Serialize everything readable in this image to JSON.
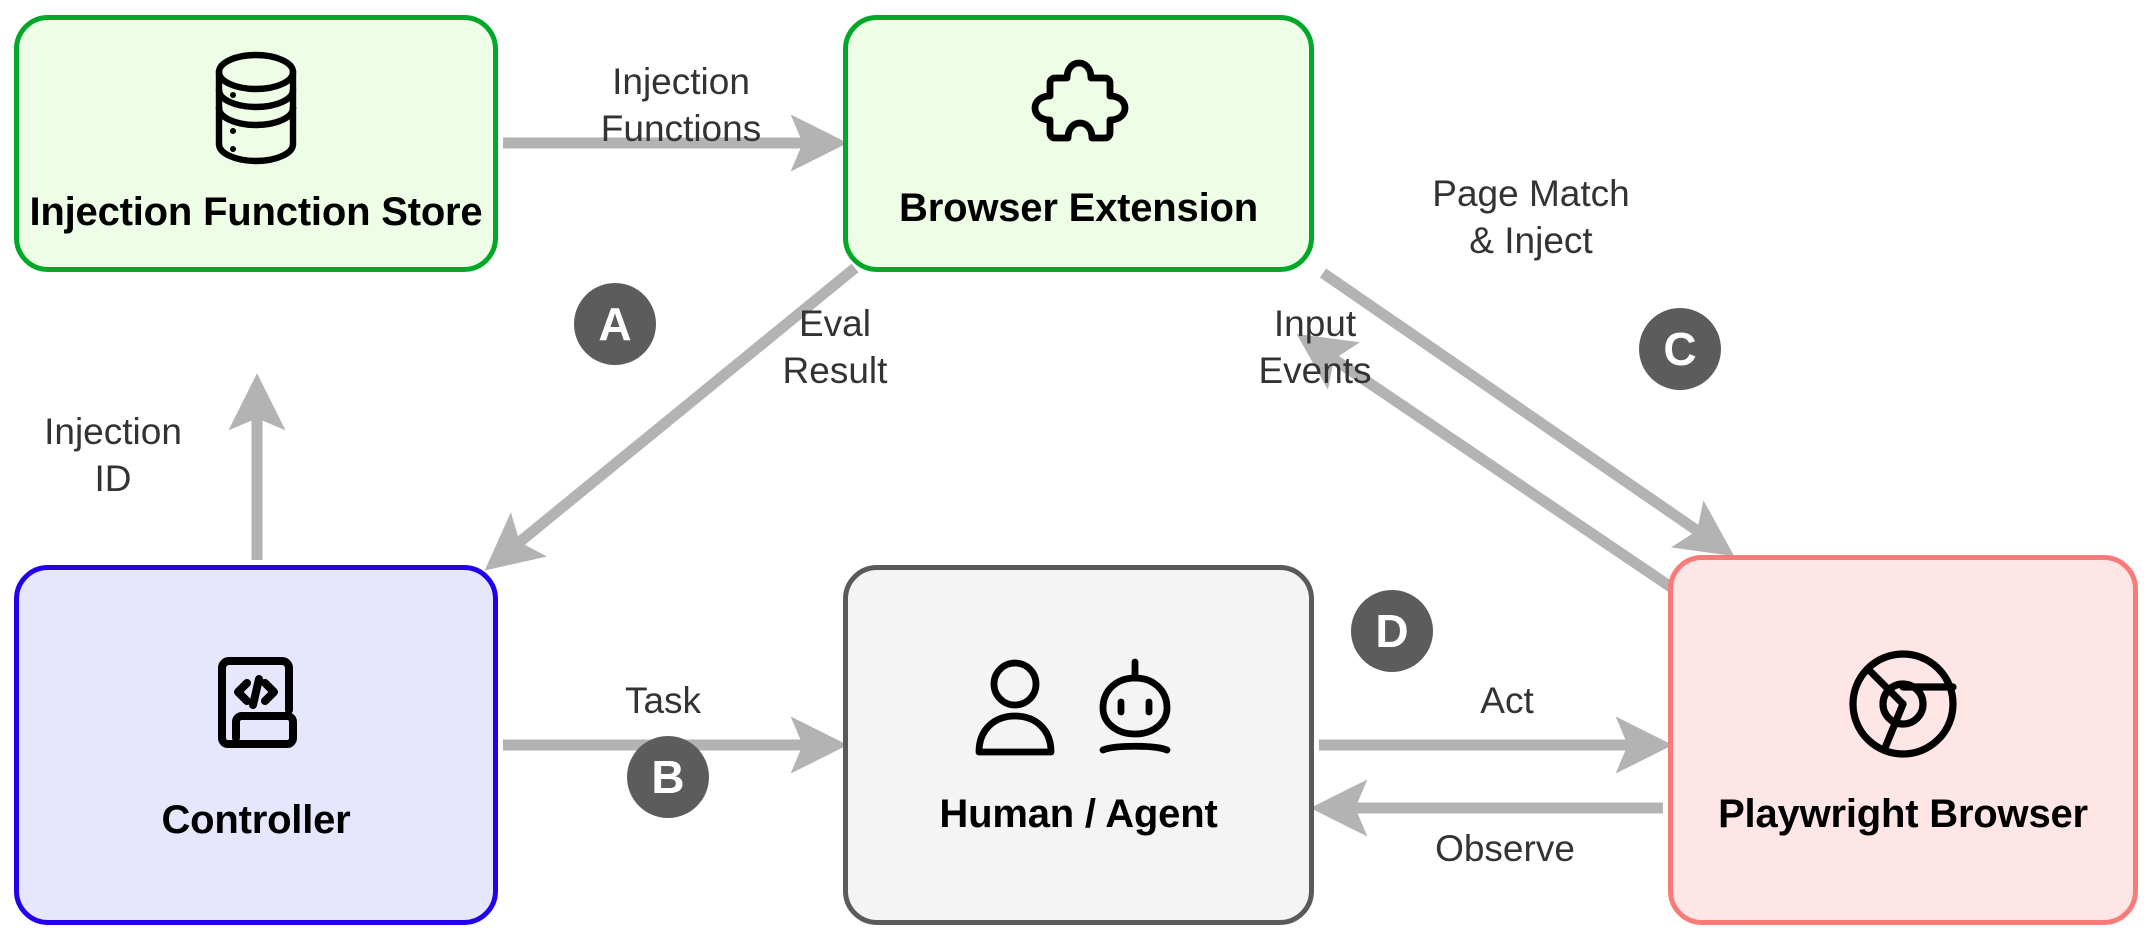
{
  "diagram": {
    "title": "Injection framework architecture",
    "background": "#ffffff",
    "arrow_color": "#b3b3b3",
    "badge_color": "#5c5c5c",
    "label_color": "#333333"
  },
  "nodes": [
    {
      "id": "injection-function-store",
      "label": "Injection\nFunction Store",
      "icon": "database-icon",
      "fill": "#eefde6",
      "border": "#00a828"
    },
    {
      "id": "browser-extension",
      "label": "Browser\nExtension",
      "icon": "puzzle-piece-icon",
      "fill": "#eefde6",
      "border": "#00a828"
    },
    {
      "id": "controller",
      "label": "Controller",
      "icon": "code-window-icon",
      "fill": "#e6e6fd",
      "border": "#2200ee"
    },
    {
      "id": "human-agent",
      "label": "Human / Agent",
      "icon": "person-and-robot-icon",
      "fill": "#f4f4f4",
      "border": "#5a5a5a"
    },
    {
      "id": "playwright-browser",
      "label": "Playwright\nBrowser",
      "icon": "chrome-icon",
      "fill": "#ffe6e6",
      "border": "#fa7a77"
    }
  ],
  "edges": [
    {
      "id": "injection-functions",
      "label": "Injection\nFunctions",
      "from": "injection-function-store",
      "to": "browser-extension",
      "direction": "right"
    },
    {
      "id": "injection-id",
      "label": "Injection\nID",
      "from": "controller",
      "to": "injection-function-store",
      "direction": "up"
    },
    {
      "id": "eval-result",
      "label": "Eval\nResult",
      "from": "browser-extension",
      "to": "controller",
      "direction": "down-left"
    },
    {
      "id": "page-match-inject",
      "label": "Page Match\n& Inject",
      "from": "browser-extension",
      "to": "playwright-browser",
      "direction": "down-right"
    },
    {
      "id": "input-events",
      "label": "Input\nEvents",
      "from": "playwright-browser",
      "to": "browser-extension",
      "direction": "up-left"
    },
    {
      "id": "task",
      "label": "Task",
      "from": "controller",
      "to": "human-agent",
      "direction": "right"
    },
    {
      "id": "act",
      "label": "Act",
      "from": "human-agent",
      "to": "playwright-browser",
      "direction": "right"
    },
    {
      "id": "observe",
      "label": "Observe",
      "from": "playwright-browser",
      "to": "human-agent",
      "direction": "left"
    }
  ],
  "badges": [
    {
      "id": "badge-a",
      "label": "A"
    },
    {
      "id": "badge-b",
      "label": "B"
    },
    {
      "id": "badge-c",
      "label": "C"
    },
    {
      "id": "badge-d",
      "label": "D"
    }
  ]
}
